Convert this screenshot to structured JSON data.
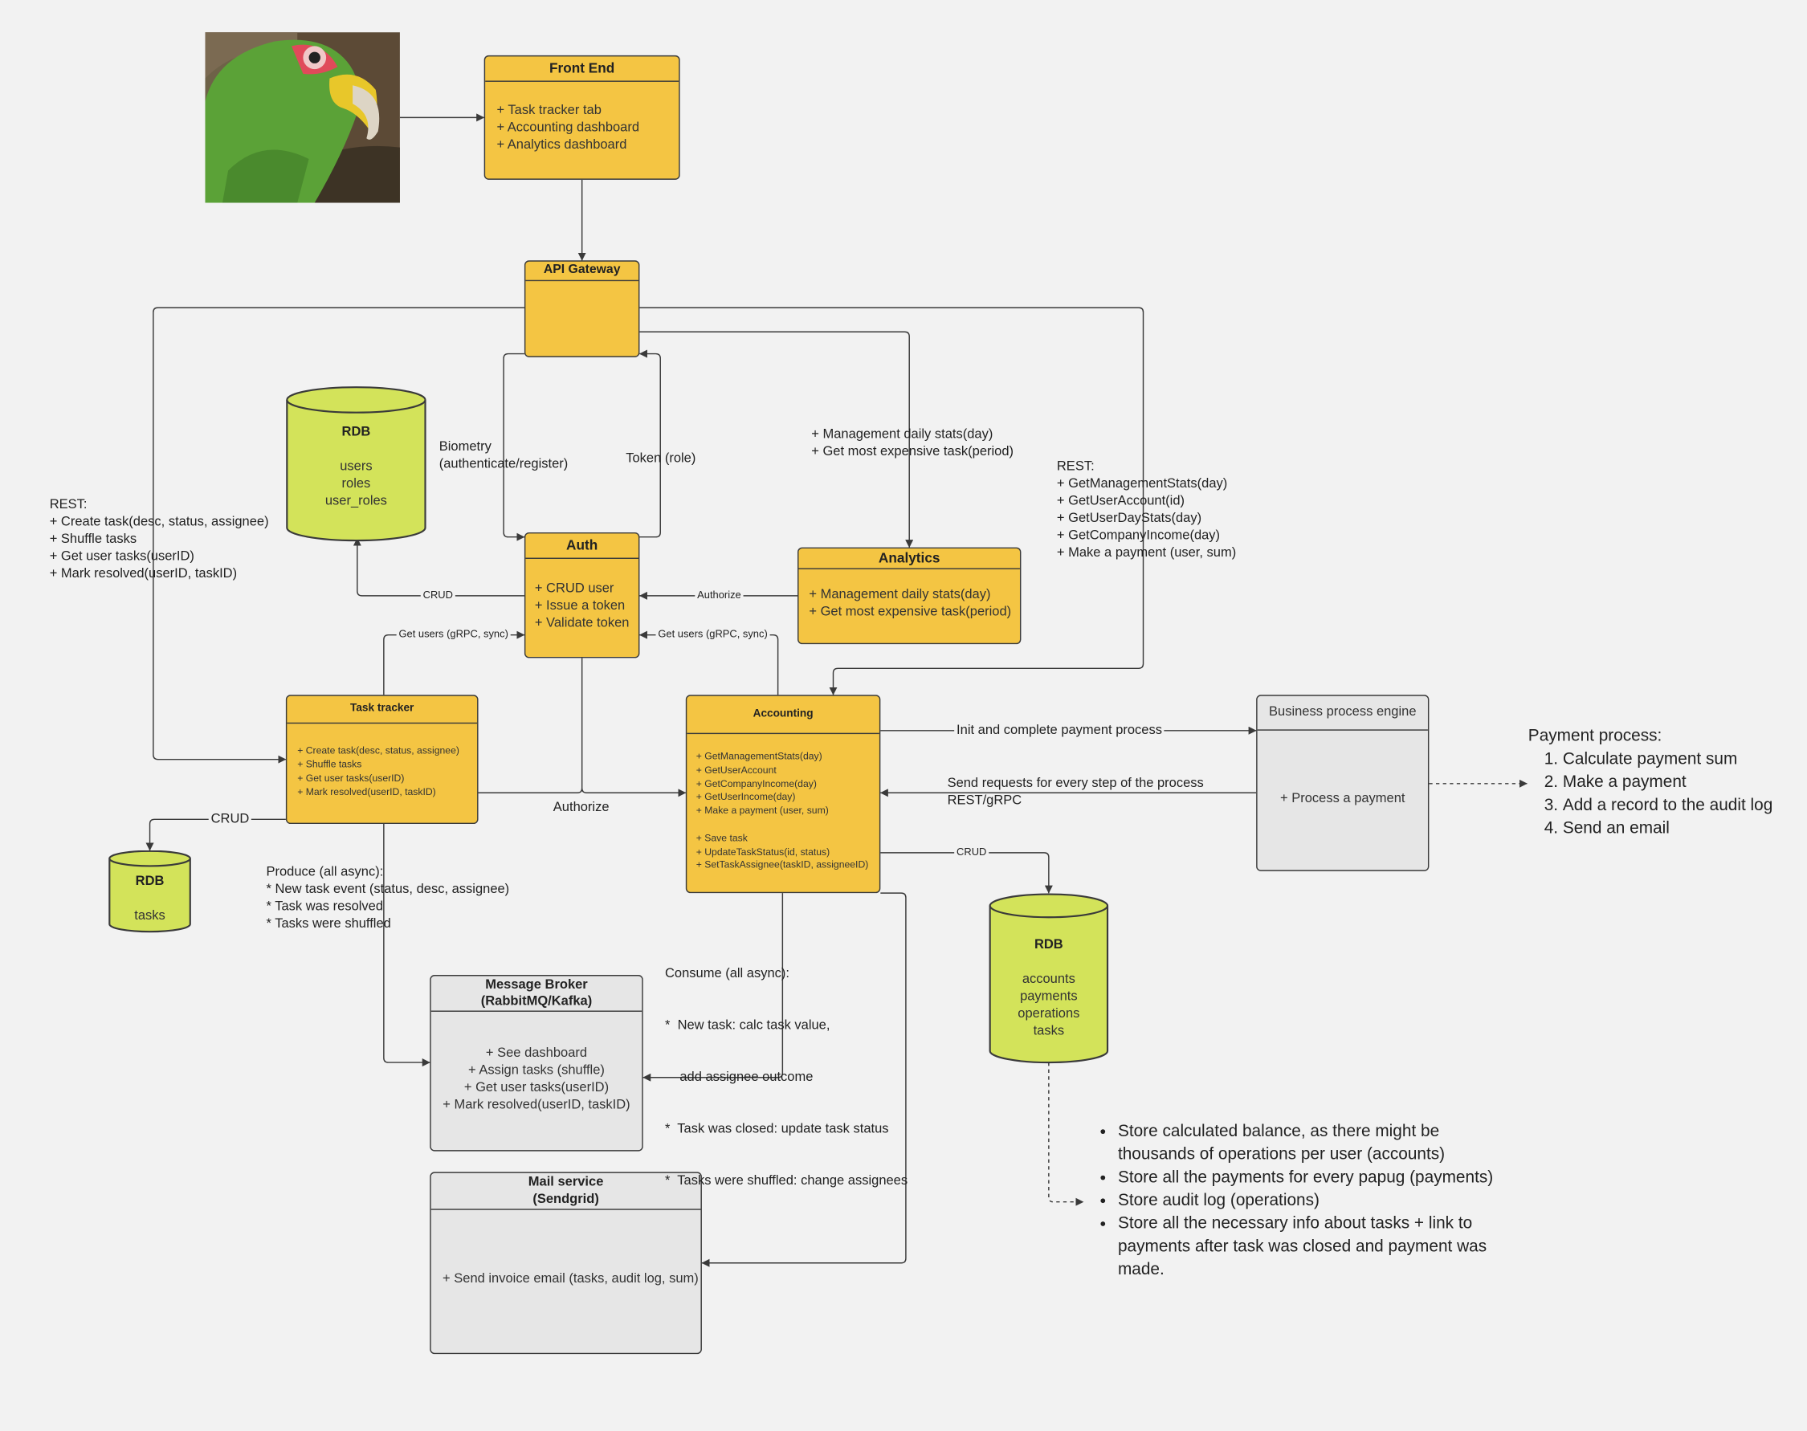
{
  "image_alt": "Parrot picture",
  "frontend": {
    "title": "Front End",
    "items": [
      "+ Task tracker tab",
      "+ Accounting dashboard",
      "+ Analytics dashboard"
    ]
  },
  "gateway": {
    "title": "API Gateway"
  },
  "rdb_auth": {
    "title": "RDB",
    "items": [
      "users",
      "roles",
      "user_roles"
    ]
  },
  "auth": {
    "title": "Auth",
    "items": [
      "+ CRUD user",
      "+ Issue a token",
      "+ Validate token"
    ]
  },
  "analytics": {
    "title": "Analytics",
    "items": [
      "+ Management daily stats(day)",
      "+ Get most expensive task(period)"
    ]
  },
  "tasktracker": {
    "title": "Task tracker",
    "items": [
      "+ Create task(desc, status, assignee)",
      "+ Shuffle tasks",
      "+ Get user tasks(userID)",
      "+ Mark resolved(userID, taskID)"
    ]
  },
  "accounting": {
    "title": "Accounting",
    "items": [
      "+ GetManagementStats(day)",
      "+ GetUserAccount",
      "+ GetCompanyIncome(day)",
      "+ GetUserIncome(day)",
      "+ Make a payment (user, sum)",
      "",
      "+ Save task",
      "+ UpdateTaskStatus(id, status)",
      "+ SetTaskAssignee(taskID, assigneeID)"
    ]
  },
  "bpe": {
    "title": "Business process engine",
    "items": [
      "+ Process a payment"
    ]
  },
  "rdb_tasks": {
    "title": "RDB",
    "items": [
      "tasks"
    ]
  },
  "rdb_acc": {
    "title": "RDB",
    "items": [
      "accounts",
      "payments",
      "operations",
      "tasks"
    ]
  },
  "broker": {
    "title_lines": [
      "Message Broker",
      "(RabbitMQ/Kafka)"
    ],
    "items": [
      "+ See dashboard",
      "+ Assign tasks (shuffle)",
      "+ Get user tasks(userID)",
      "+ Mark resolved(userID, taskID)"
    ]
  },
  "mail": {
    "title_lines": [
      "Mail service",
      "(Sendgrid)"
    ],
    "items": [
      "+ Send invoice email (tasks, audit log, sum)"
    ]
  },
  "labels": {
    "biometry": [
      "Biometry",
      "(authenticate/register)"
    ],
    "token_role": "Token (role)",
    "analytics_api": [
      "+ Management daily stats(day)",
      "+ Get most expensive task(period)"
    ],
    "rest_left": [
      "REST:",
      "+ Create task(desc, status, assignee)",
      "+ Shuffle tasks",
      "+ Get user tasks(userID)",
      "+ Mark resolved(userID, taskID)"
    ],
    "rest_right": [
      "REST:",
      "+ GetManagementStats(day)",
      "+ GetUserAccount(id)",
      "+ GetUserDayStats(day)",
      "+ GetCompanyIncome(day)",
      "+ Make a payment (user, sum)"
    ],
    "crud_auth": "CRUD",
    "authorize_analytics": "Authorize",
    "get_users_left": "Get users (gRPC, sync)",
    "get_users_right": "Get users (gRPC, sync)",
    "authorize_bottom": "Authorize",
    "crud_tasks": "CRUD",
    "crud_acc": "CRUD",
    "init_payment": "Init and complete payment process",
    "send_requests": [
      "Send requests for every step of the process",
      "REST/gRPC"
    ],
    "produce": [
      "Produce (all async):",
      "* New task event (status, desc, assignee)",
      "* Task was resolved",
      "* Tasks were shuffled"
    ],
    "consume": [
      "Consume (all async):",
      "*  New task: calc task value,",
      "    add assignee outcome",
      "*  Task was closed: update task status",
      "*  Tasks were shuffled: change assignees"
    ]
  },
  "payment_process": {
    "title": "Payment process:",
    "steps": [
      "Calculate payment sum",
      "Make a payment",
      "Add a record to the audit log",
      "Send an email"
    ]
  },
  "notes": [
    "Store calculated balance, as there might be thousands of operations per user (accounts)",
    "Store all the payments for every papug (payments)",
    "Store audit log (operations)",
    "Store all the necessary info about tasks + link to payments after task was closed and payment was made."
  ],
  "colors": {
    "box_yellow": "#f4c543",
    "box_gray": "#e6e6e6",
    "cylinder_green": "#d3e35a",
    "line": "#3a3a3a",
    "background": "#f2f2f2"
  }
}
